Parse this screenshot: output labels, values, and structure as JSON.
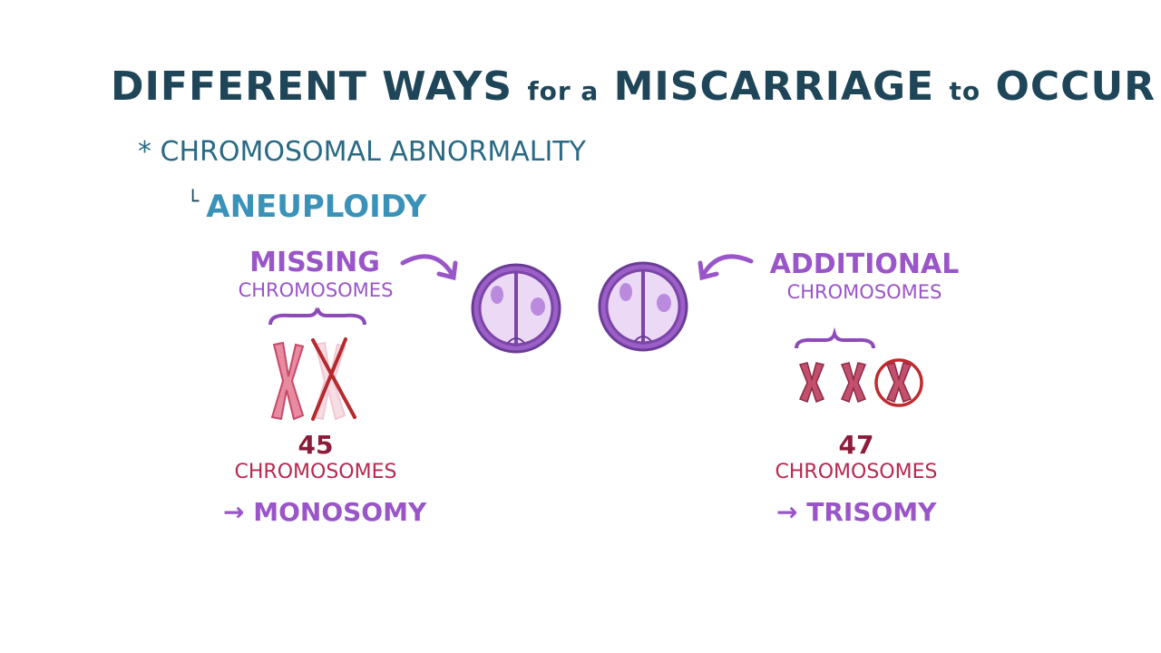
{
  "title": {
    "part1": "DIFFERENT WAYS",
    "part2": "for a",
    "part3": "MISCARRIAGE",
    "part4": "to",
    "part5": "OCCUR :"
  },
  "bullet": {
    "symbol": "*",
    "text": "CHROMOSOMAL ABNORMALITY"
  },
  "sub_bullet": {
    "symbol": "└",
    "text": "ANEUPLOIDY"
  },
  "left": {
    "heading": "MISSING",
    "subheading": "CHROMOSOMES",
    "count": "45",
    "count_label": "CHROMOSOMES",
    "arrow": "→",
    "result": "MONOSOMY"
  },
  "right": {
    "heading": "ADDITIONAL",
    "subheading": "CHROMOSOMES",
    "count": "47",
    "count_label": "CHROMOSOMES",
    "arrow": "→",
    "result": "TRISOMY"
  },
  "colors": {
    "title": "#1e4558",
    "purple": "#9a55c8",
    "crimson": "#b52a4e",
    "teal": "#3a92b8"
  }
}
